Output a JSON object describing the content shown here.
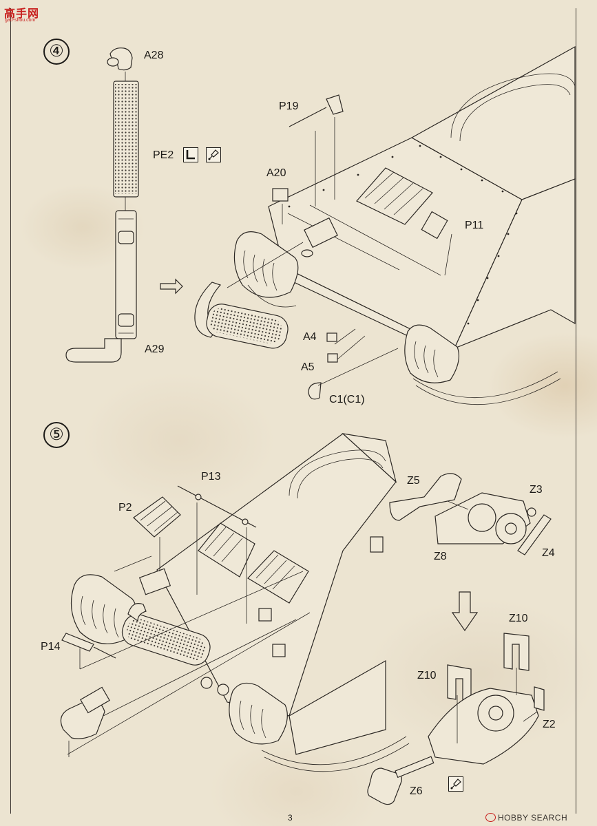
{
  "watermark": {
    "main": "高手网",
    "url": "gao-shou.com"
  },
  "steps": [
    {
      "number": "④",
      "parts": {
        "a28": "A28",
        "pe2": "PE2",
        "a20": "A20",
        "p19": "P19",
        "p11": "P11",
        "a29": "A29",
        "a4": "A4",
        "a5": "A5",
        "c1": "C1(C1)"
      }
    },
    {
      "number": "⑤",
      "parts": {
        "p13": "P13",
        "p2": "P2",
        "p14": "P14",
        "z5": "Z5",
        "z3": "Z3",
        "z8": "Z8",
        "z4": "Z4",
        "z10a": "Z10",
        "z10b": "Z10",
        "z2": "Z2",
        "z6": "Z6"
      }
    }
  ],
  "icons": [
    "bend-tool-icon",
    "glue-icon",
    "glue-icon",
    "arrow-right-icon",
    "arrow-down-icon"
  ],
  "footer": {
    "page": "3",
    "brand": "HOBBY SEARCH"
  }
}
